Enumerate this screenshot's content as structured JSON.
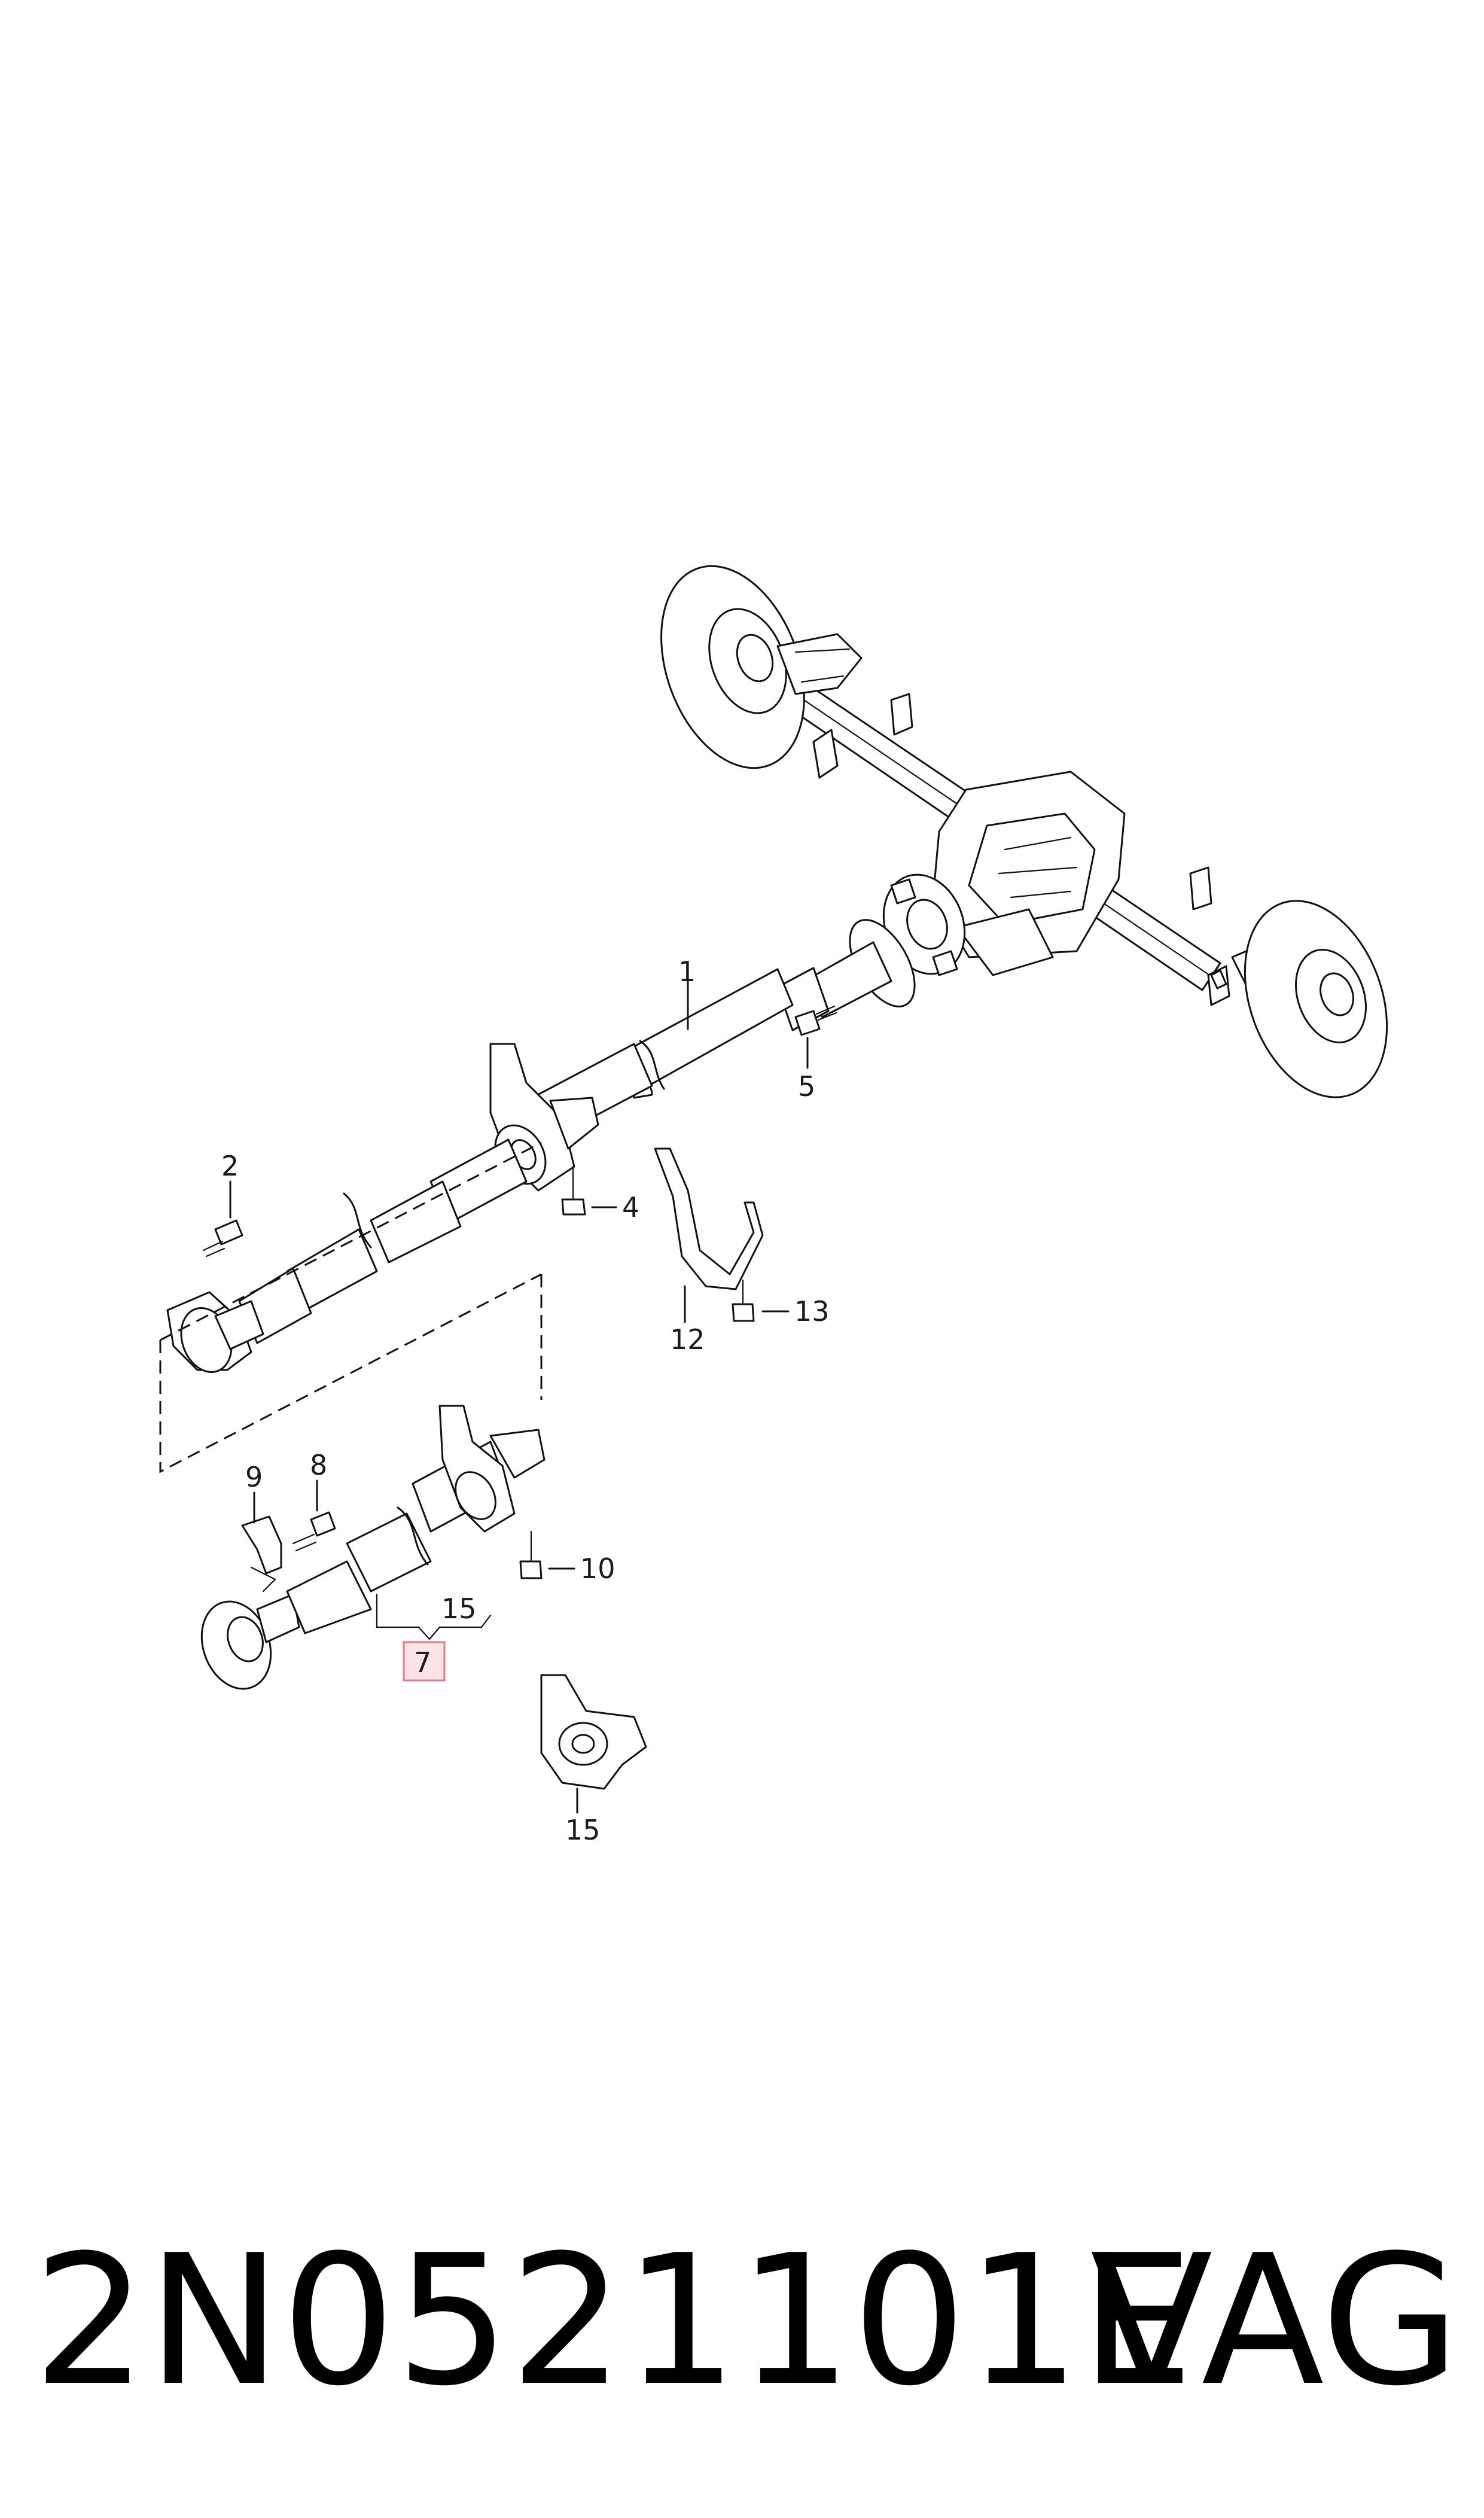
{
  "callouts": {
    "c1": "1",
    "c2": "2",
    "c4": "4",
    "c5": "5",
    "c7": "7",
    "c8": "8",
    "c9": "9",
    "c10": "10",
    "c12": "12",
    "c13": "13",
    "c15a": "15",
    "c15b": "15"
  },
  "footer": {
    "part_number": "2N0521101E",
    "brand": "VAG"
  },
  "colors": {
    "highlight_fill": "#fbe3e6",
    "highlight_border": "#e0798a",
    "line": "#111111"
  }
}
